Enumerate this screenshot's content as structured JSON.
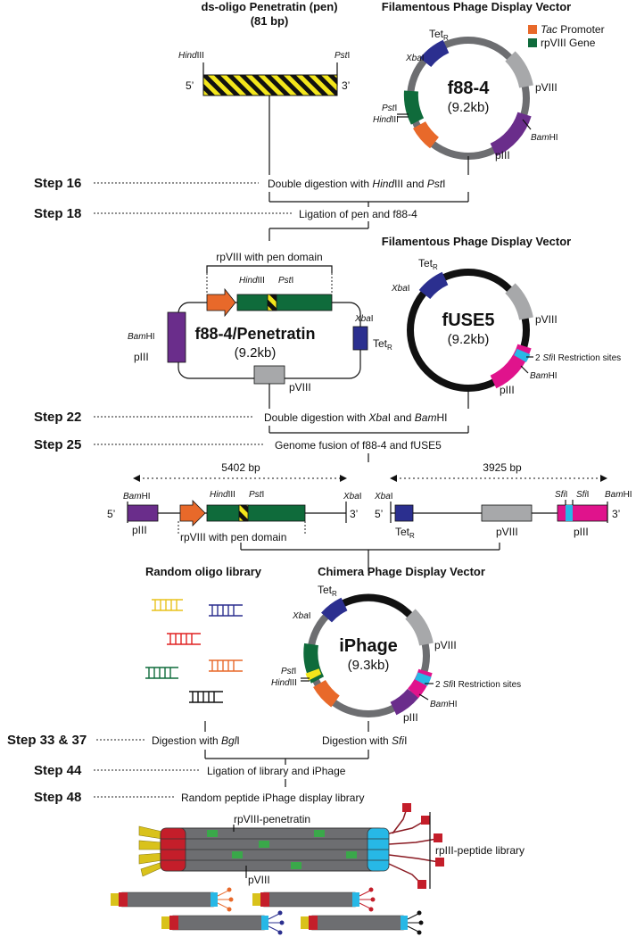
{
  "colors": {
    "tac": "#e8692a",
    "rpviii": "#0f6b3b",
    "tet": "#2b2f8f",
    "pviii_block": "#a7a8aa",
    "piii": "#6a2d8b",
    "sfi_magenta": "#e0138c",
    "sfi_cyan": "#27b8e6",
    "pen_yellow": "#f3e61b"
  },
  "top": {
    "oligo_title_1": "ds-oligo Penetratin (pen)",
    "oligo_title_2": "(81 bp)",
    "hind": "Hind",
    "hind_suffix": "III",
    "pst": "Pst",
    "pst_suffix": "I",
    "five": "5’",
    "three": "3’",
    "vector_title": "Filamentous Phage Display Vector",
    "legend_tac_italic": "Tac",
    "legend_tac_rest": " Promoter",
    "legend_rpviii": "rpVIII Gene",
    "plasmid_name": "f88-4",
    "plasmid_size": "(9.2kb)",
    "tet": "Tet",
    "tet_sub": "R",
    "xba": "Xba",
    "xba_suffix": "I",
    "pviii": "pVIII",
    "piii": "pIII",
    "bam": "Bam",
    "bam_suffix": "HI"
  },
  "steps": {
    "s16": "Step 16",
    "s16_text_a": "Double digestion with ",
    "s16_text_b": "Hind",
    "s16_text_c": "III and ",
    "s16_text_d": "Pst",
    "s16_text_e": "I",
    "s18": "Step 18",
    "s18_text": "Ligation of pen and f88-4",
    "s22": "Step 22",
    "s22_text_a": "Double digestion with ",
    "s22_text_b": "Xba",
    "s22_text_c": "I and ",
    "s22_text_d": "Bam",
    "s22_text_e": "HI",
    "s25": "Step 25",
    "s25_text": "Genome fusion of f88-4 and fUSE5",
    "s33": "Step 33 & 37",
    "s33_text_a": "Digestion with ",
    "s33_text_b": "Bgl",
    "s33_text_c": "I",
    "s33_text_d": "Digestion with ",
    "s33_text_e": "Sfi",
    "s33_text_f": "I",
    "s44": "Step 44",
    "s44_text": "Ligation of library and iPhage",
    "s48": "Step 48",
    "s48_text": "Random peptide iPhage display library"
  },
  "mid": {
    "rpviii_pen": "rpVIII with pen domain",
    "construct_name": "f88-4/Penetratin",
    "construct_size": "(9.2kb)",
    "vector_title": "Filamentous Phage Display Vector",
    "fuse_name": "fUSE5",
    "fuse_size": "(9.2kb)",
    "sfi_sites_a": "2 ",
    "sfi_sites_b": "Sfi",
    "sfi_sites_c": "I Restriction sites"
  },
  "linear": {
    "left_bp": "5402 bp",
    "right_bp": "3925 bp",
    "sfi": "Sfi",
    "sfi_suffix": "I"
  },
  "bottom": {
    "library_title": "Random oligo library",
    "chimera_title": "Chimera Phage Display Vector",
    "iphage_name": "iPhage",
    "iphage_size": "(9.3kb)",
    "rpviii_penetratin": "rpVIII-penetratin",
    "rpiii_library": "rpIII-peptide library",
    "pviii": "pVIII"
  }
}
